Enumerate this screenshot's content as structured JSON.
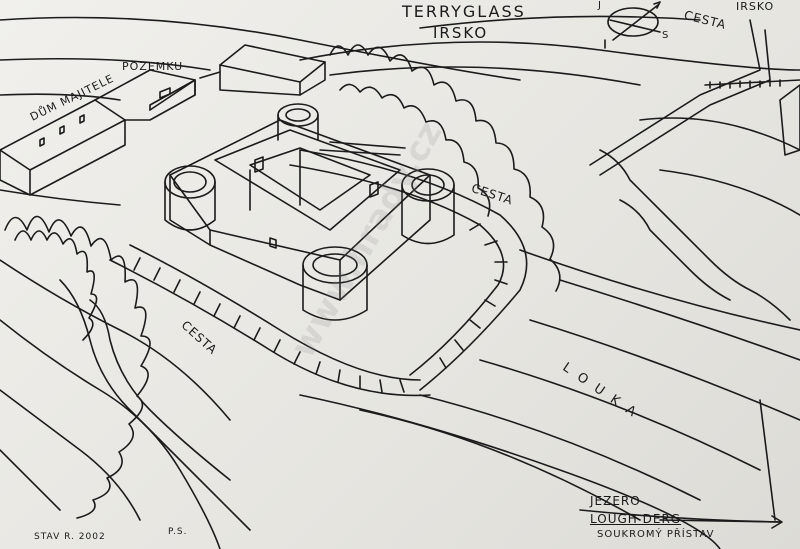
{
  "drawing": {
    "title": "TERRYGLASS",
    "country": "IRSKO",
    "top_right_label": "IRSKO",
    "compass": {
      "south": "J",
      "north": "S"
    },
    "labels": {
      "owner_house": "DŮM MAJITELE",
      "land": "POZEMKU",
      "road_top": "CESTA",
      "road_castle": "CESTA",
      "road_left": "CESTA",
      "meadow": "L O U K A",
      "lake": "JEZERO",
      "lake_name": "LOUGH DERG",
      "harbour": "SOUKROMÝ PŘÍSTAV"
    },
    "footer": {
      "state": "STAV R. 2002",
      "initials": "P.S."
    }
  }
}
